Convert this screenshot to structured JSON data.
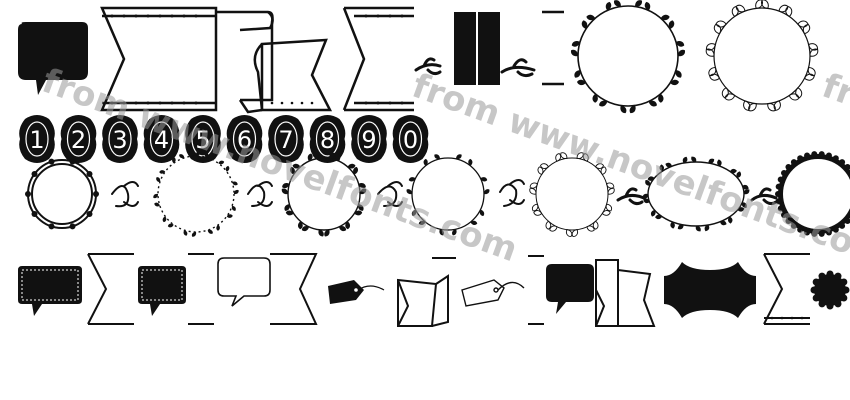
{
  "preview": {
    "numerals": [
      "1",
      "2",
      "3",
      "4",
      "5",
      "6",
      "7",
      "8",
      "9",
      "0"
    ],
    "watermark": [
      "from www.novelfonts.com",
      "from www.novelfonts.com",
      "from www.novelfonts.com"
    ]
  }
}
